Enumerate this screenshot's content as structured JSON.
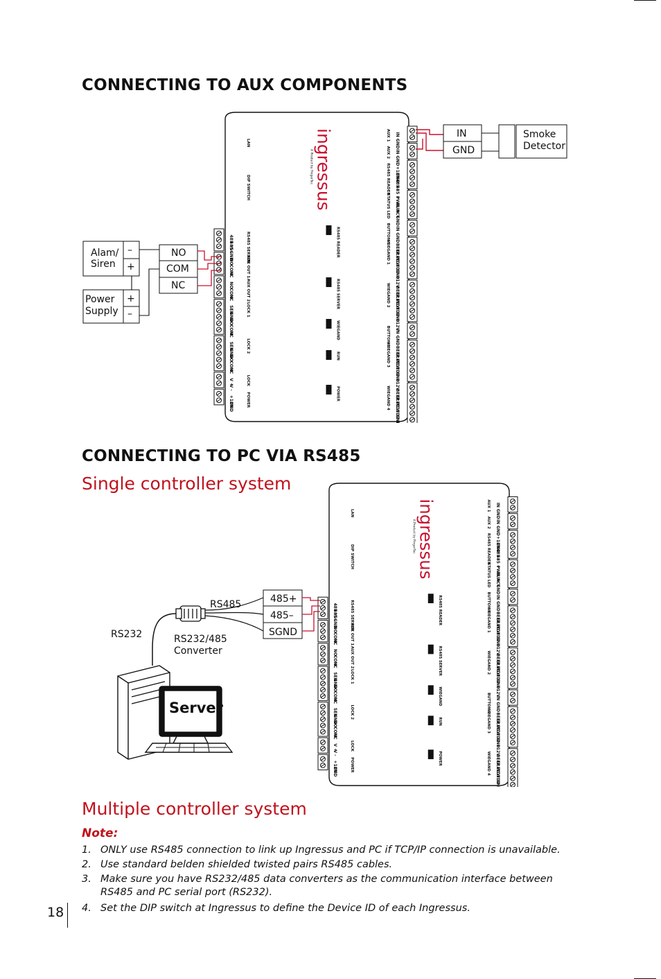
{
  "section1": {
    "title": "CONNECTING TO AUX COMPONENTS",
    "aux_box": {
      "in": "IN",
      "gnd": "GND"
    },
    "smoke_detector": "Smoke\nDetector",
    "alarm": {
      "label": "Alam/\nSiren",
      "minus": "–",
      "plus": "+"
    },
    "power": {
      "label": "Power\nSupply",
      "plus": "+",
      "minus": "–"
    },
    "relay": {
      "no": "NO",
      "com": "COM",
      "nc": "NC"
    }
  },
  "section2": {
    "title": "CONNECTING TO PC VIA RS485",
    "single_title": "Single controller system",
    "rs485_label": "RS485",
    "rs232_label": "RS232",
    "converter_label": "RS232/485\nConverter",
    "server_label": "Server",
    "bus": {
      "plus": "485+",
      "minus": "485–",
      "sgnd": "SGND"
    }
  },
  "multiple_title": "Multiple controller system",
  "note": {
    "title": "Note:",
    "items": [
      {
        "num": "1.",
        "text": "ONLY use RS485 connection to link up Ingressus and PC if TCP/IP connection is unavailable."
      },
      {
        "num": "2.",
        "text": "Use standard belden shielded twisted pairs RS485 cables."
      },
      {
        "num": "3.",
        "text": "Make sure you have RS232/485 data converters as the communication interface between RS485 and PC serial port (RS232)."
      },
      {
        "num": "4.",
        "text": "Set the DIP switch at Ingressus to define the Device ID of each Ingressus."
      }
    ]
  },
  "page_number": "18",
  "controller": {
    "brand": "ingressus",
    "tagline": "A Product by FingerTec",
    "left_labels": [
      "LAN",
      "DIP SWITCH",
      "RS485 SERVER",
      "AUX OUT 1",
      "AUX OUT 2",
      "LOCK 1",
      "LOCK 2",
      "LOCK",
      "POWER"
    ],
    "left_pins": [
      "485 +",
      "485 -",
      "SGND",
      "NO",
      "COM",
      "NC",
      "NO",
      "COM",
      "NC",
      "SEN",
      "GND",
      "NO",
      "COM",
      "NC",
      "SEN",
      "GND",
      "NO",
      "COM",
      "NC",
      "V +",
      "V -",
      "+12V",
      "GND"
    ],
    "center_labels": [
      "RS485 READER",
      "RS485 SERVER",
      "WIEGAND",
      "RUN",
      "POWER"
    ],
    "right_labels": [
      "AUX 1",
      "AUX 2",
      "RS485 READER",
      "STATUS LED",
      "BUTTON 1",
      "WIEGAND 1",
      "WIEGAND 2",
      "BUTTON 2",
      "WIEGAND 3",
      "WIEGAND 4"
    ],
    "right_pins": [
      "IN",
      "GND",
      "IN",
      "GND",
      "+12V",
      "GND",
      "485 -",
      "485 +",
      "PWR",
      "RUN",
      "ACT",
      "GND",
      "IN",
      "GND",
      "BEEP",
      "GLED",
      "WD1",
      "WD0",
      "GND",
      "+12V",
      "BEEP",
      "GLED",
      "WD1",
      "WD0",
      "GND",
      "+12V",
      "IN",
      "GND",
      "BEEP",
      "GLED",
      "WD1",
      "WD0",
      "GND",
      "+12V",
      "BEEP",
      "GLED",
      "WD1",
      "WD0",
      "GND",
      "+12V"
    ]
  }
}
